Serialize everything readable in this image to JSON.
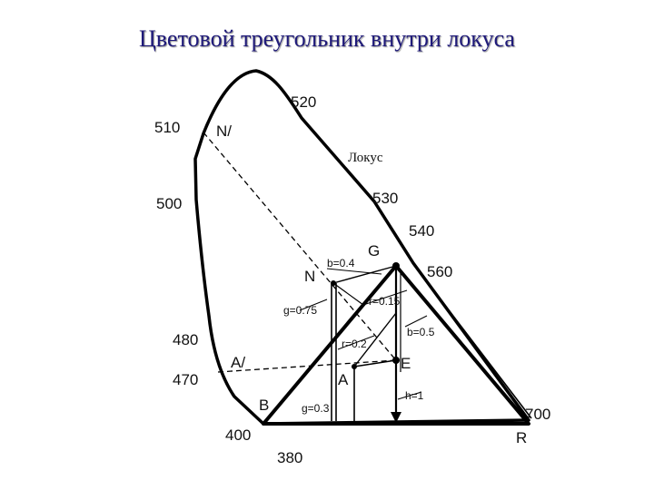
{
  "title": "Цветовой треугольник внутри локуса",
  "locus_label": "Локус",
  "wavelengths": {
    "w380": "380",
    "w400": "400",
    "w470": "470",
    "w480": "480",
    "w500": "500",
    "w510": "510",
    "w520": "520",
    "w530": "530",
    "w540": "540",
    "w560": "560",
    "w700": "700"
  },
  "points": {
    "n_prime": "N/",
    "a_prime": "A/",
    "n": "N",
    "g": "G",
    "a": "A",
    "e": "E",
    "b": "B",
    "r": "R"
  },
  "params": {
    "b04": "b=0.4",
    "g075": "g=0.75",
    "r015": "r=0.15",
    "b05": "b=0.5",
    "r02": "r=0.2",
    "h1": "h=1",
    "g03": "g=0.3"
  }
}
